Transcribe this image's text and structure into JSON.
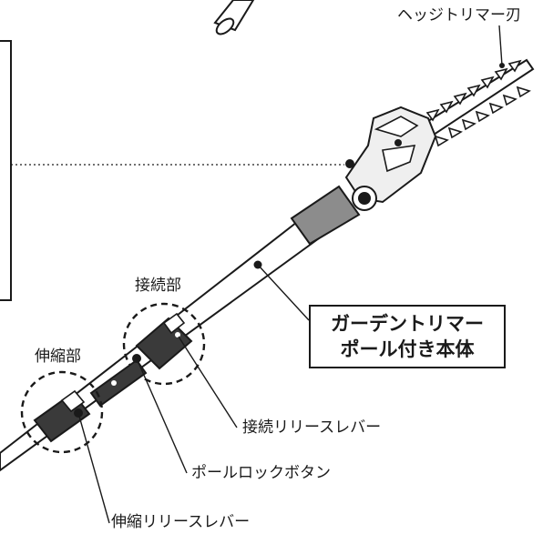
{
  "labels": {
    "blade": "ヘッジトリマー刃",
    "connect": "接続部",
    "telescope": "伸縮部",
    "connect_lever": "接続リリースレバー",
    "pole_lock": "ポールロックボタン",
    "telescope_lever": "伸縮リリースレバー"
  },
  "main_box": {
    "line1": "ガーデントリマー",
    "line2": "ポール付き本体"
  },
  "colors": {
    "ink": "#1a1a1a",
    "grip": "#8c8c8c",
    "body": "#efefef"
  }
}
